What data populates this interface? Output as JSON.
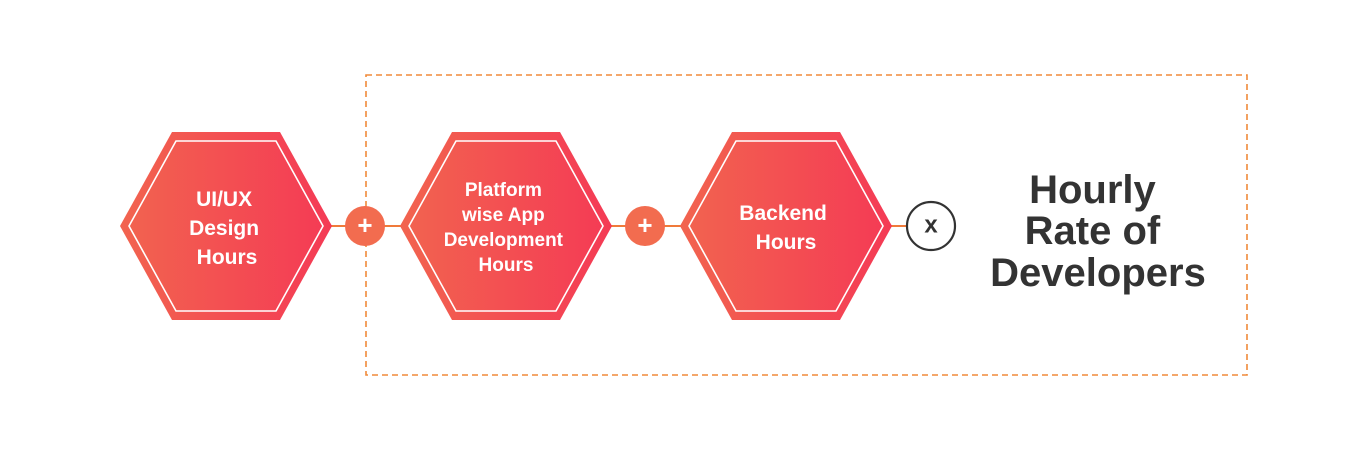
{
  "colors": {
    "hex_gradient_start": "#f2644f",
    "hex_gradient_end": "#f43a55",
    "connector": "#f07a3a",
    "plus_circle": "#f26c4f",
    "dashed_box": "#f08a3a",
    "result_text": "#333333",
    "multiply_stroke": "#333333"
  },
  "steps": [
    {
      "lines": [
        "UI/UX",
        "Design",
        "Hours"
      ]
    },
    {
      "lines": [
        "Platform",
        "wise App",
        "Development",
        "Hours"
      ]
    },
    {
      "lines": [
        "Backend",
        "Hours"
      ]
    }
  ],
  "operators": [
    {
      "symbol": "+",
      "type": "plus"
    },
    {
      "symbol": "+",
      "type": "plus"
    },
    {
      "symbol": "x",
      "type": "multiply"
    }
  ],
  "result": {
    "lines": [
      "Hourly",
      "Rate of",
      "Developers"
    ]
  }
}
